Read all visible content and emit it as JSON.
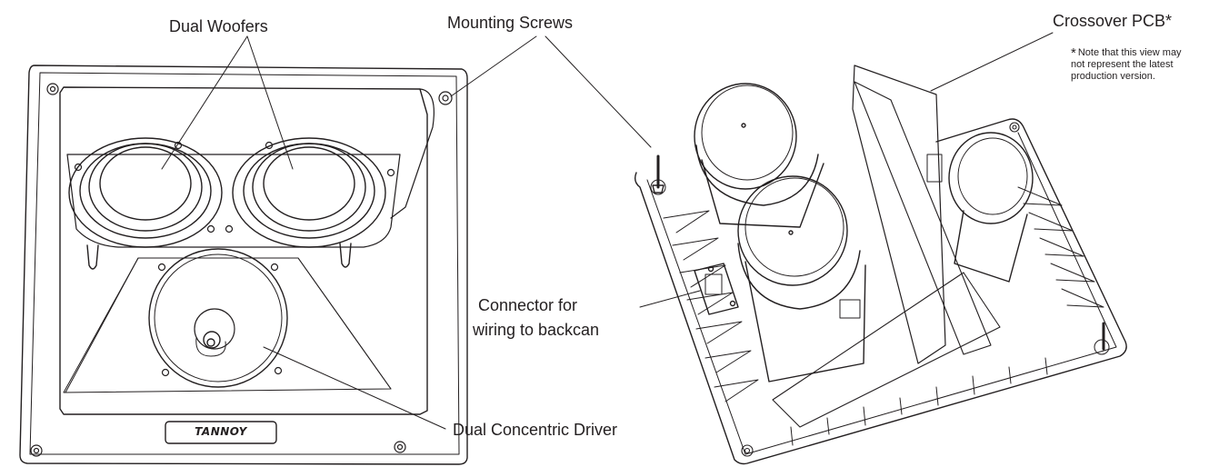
{
  "labels": {
    "dual_woofers": "Dual Woofers",
    "mounting_screws": "Mounting Screws",
    "crossover_pcb": "Crossover PCB*",
    "connector_line1": "Connector for",
    "connector_line2": "wiring to backcan",
    "dual_concentric_driver": "Dual Concentric Driver"
  },
  "note": {
    "asterisk": "*",
    "line1": "Note that this view may",
    "line2": "not represent the latest",
    "line3": "production version."
  },
  "brand_logo": "TANNOY"
}
